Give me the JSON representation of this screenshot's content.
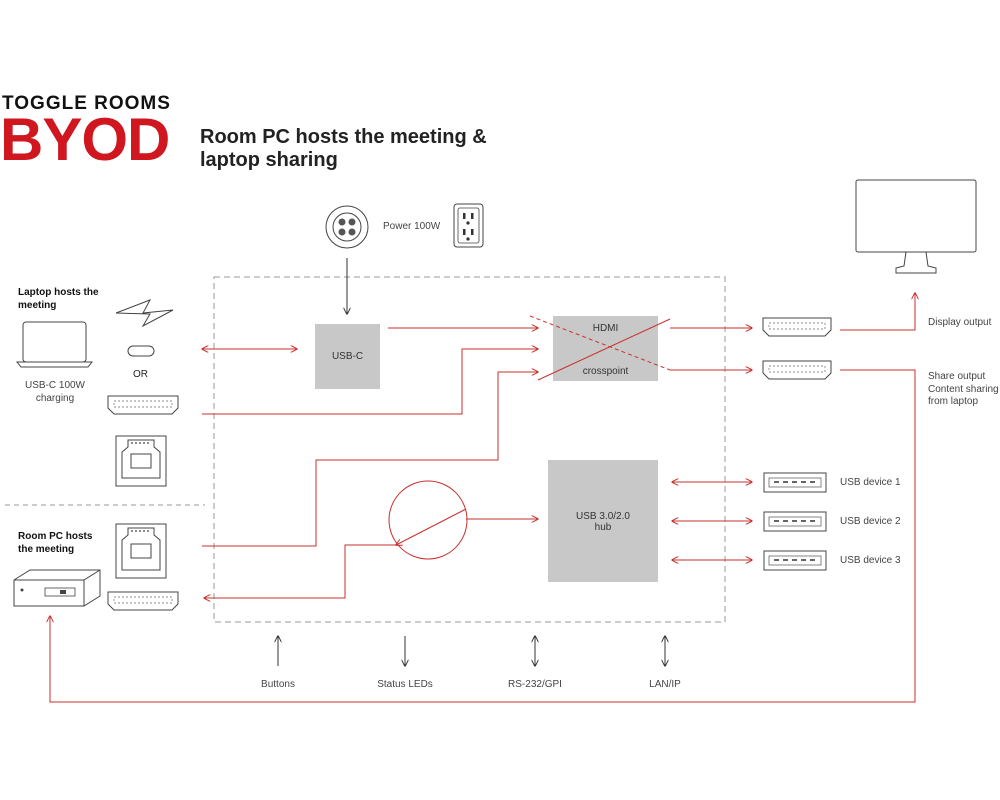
{
  "brand": {
    "top": "TOGGLE ROOMS",
    "big": "BYOD"
  },
  "subtitle": "Room PC hosts the meeting & laptop sharing",
  "left": {
    "laptop_heading": "Laptop hosts the meeting",
    "laptop_caption": "USB-C 100W charging",
    "or_label": "OR",
    "roompc_heading": "Room PC hosts the meeting"
  },
  "power_label": "Power 100W",
  "boxes": {
    "usbc": "USB-C",
    "hdmi_top": "HDMI",
    "hdmi_bottom": "crosspoint",
    "hub": "USB 3.0/2.0 hub"
  },
  "outputs": {
    "display": "Display output",
    "share": "Share output Content sharing from laptop"
  },
  "usb_devices": [
    "USB device 1",
    "USB device 2",
    "USB device 3"
  ],
  "bottom": [
    "Buttons",
    "Status LEDs",
    "RS-232/GPI",
    "LAN/IP"
  ],
  "colors": {
    "accent": "#d0161f",
    "line_red": "#c8312e",
    "box_gray": "#c8c8c8",
    "dash": "#999999"
  }
}
